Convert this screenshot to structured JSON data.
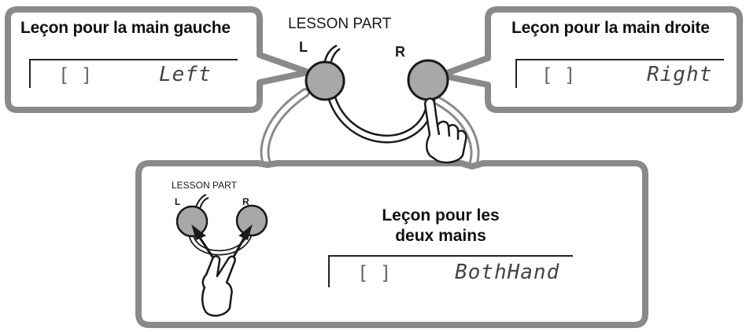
{
  "panel_label": "LESSON PART",
  "button_left_letter": "L",
  "button_right_letter": "R",
  "callouts": {
    "left": {
      "title": "Leçon pour la main gauche",
      "display_text": "Left",
      "display_brackets": "[    ]"
    },
    "right": {
      "title": "Leçon pour la main droite",
      "display_text": "Right",
      "display_brackets": "[    ]"
    },
    "both": {
      "title_line1": "Leçon pour les",
      "title_line2": "deux mains",
      "display_text": "BothHand",
      "display_brackets": "[    ]",
      "inset_label": "LESSON PART",
      "inset_left_letter": "L",
      "inset_right_letter": "R"
    }
  },
  "colors": {
    "outline": "#8a8a8a",
    "button_fill": "#a8a8a8",
    "box_fill": "#ffffff"
  }
}
